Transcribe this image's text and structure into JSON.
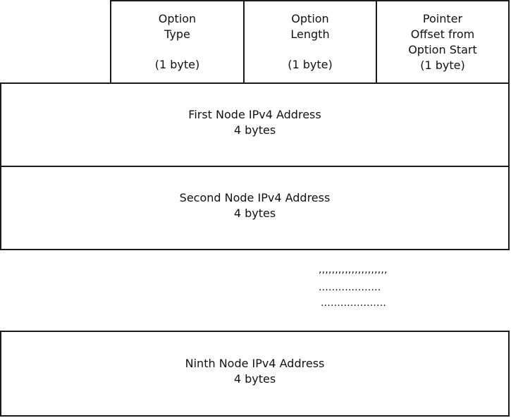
{
  "header": {
    "option_type": {
      "line1": "Option",
      "line2": "Type",
      "size": "(1 byte)"
    },
    "option_length": {
      "line1": "Option",
      "line2": "Length",
      "size": "(1 byte)"
    },
    "pointer_offset": {
      "line1": "Pointer",
      "line2": "Offset from",
      "line3": "Option Start",
      "size": "(1 byte)"
    }
  },
  "rows": [
    {
      "title": "First Node IPv4 Address",
      "size": "4 bytes"
    },
    {
      "title": "Second Node IPv4 Address",
      "size": "4 bytes"
    },
    {
      "title": "Ninth Node IPv4 Address",
      "size": "4 bytes"
    }
  ],
  "ellipsis": {
    "line1": ",,,,,,,,,,,,,,,,,,,,,",
    "line2": "...................",
    "line3": "...................."
  }
}
